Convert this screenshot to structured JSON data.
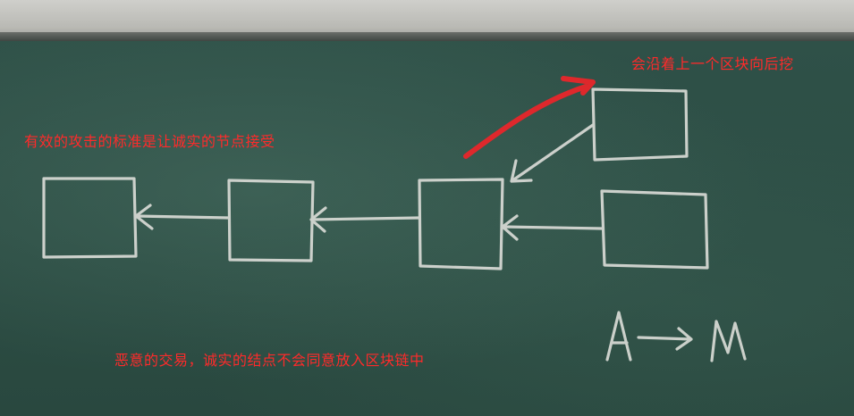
{
  "annotations": {
    "top_right": "会沿着上一个区块向后挖",
    "left": "有效的攻击的标准是让诚实的节点接受",
    "bottom": "恶意的交易，诚实的结点不会同意放入区块链中"
  },
  "chalk_notation": "A → M",
  "colors": {
    "chalkboard": "#2c4d44",
    "chalk": "#d9dbd6",
    "annotation_text": "#ff2a2a",
    "marker_stroke": "#e8262a"
  }
}
